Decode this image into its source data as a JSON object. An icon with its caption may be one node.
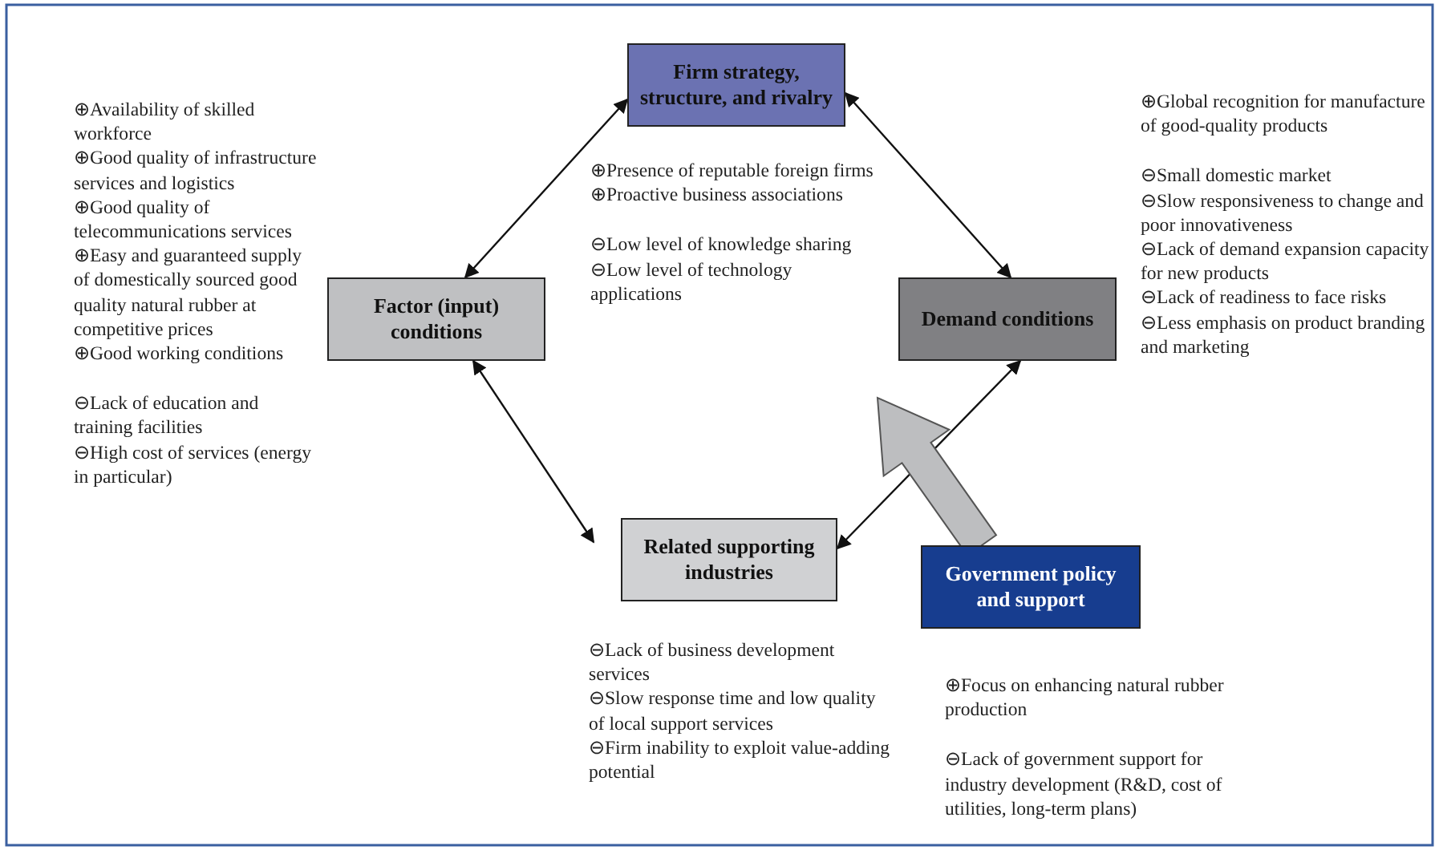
{
  "diagram": {
    "nodes": [
      {
        "text": [
          "Firm strategy, structure, and rivalry"
        ],
        "beside": [
          "⊕Presence of reputable foreign firms",
          "⊕Proactive business associations",
          "⊖Low level of knowledge sharing",
          "⊖Low level of technology applications"
        ]
      },
      {
        "text": [
          "Factor (input) conditions"
        ],
        "beside": [
          "⊕Availability of skilled workforce",
          "⊕Good quality of infrastructure services and logistics",
          "⊕Good quality of telecommunications services",
          "⊕Easy and guaranteed supply of domestically sourced good quality natural rubber at competitive prices",
          "⊕Good working conditions",
          "⊖Lack of education and training facilities",
          "⊖High cost of services (energy in particular)"
        ]
      },
      {
        "text": [
          "Demand conditions"
        ],
        "beside": [
          "⊕Global recognition for manufacture of good-quality products",
          "⊖Small domestic market",
          "⊖Slow responsiveness to change and poor innovativeness",
          "⊖Lack of demand expansion capacity for new products",
          "⊖Lack of readiness to face risks",
          "⊖Less emphasis on product branding and marketing"
        ]
      },
      {
        "text": [
          "Related supporting industries"
        ],
        "beside": [
          "⊖Lack of business development services",
          "⊖Slow response time and low quality of local support services",
          "⊖Firm inability to exploit value-adding potential"
        ]
      },
      {
        "text": [
          "Government policy and support"
        ],
        "beside": [
          "⊕Focus on enhancing natural rubber production",
          "⊖Lack of government support for industry development (R&D, cost of utilities, long-term plans)"
        ]
      }
    ],
    "edges": [
      {
        "from": 1,
        "to": 0,
        "arrow": "both"
      },
      {
        "from": 0,
        "to": 2,
        "arrow": "both"
      },
      {
        "from": 1,
        "to": 3,
        "arrow": "both"
      },
      {
        "from": 3,
        "to": 2,
        "arrow": "both"
      },
      {
        "from": 4,
        "to": null,
        "arrow": "to",
        "style": "thick",
        "color": "#bdbec0"
      }
    ]
  }
}
